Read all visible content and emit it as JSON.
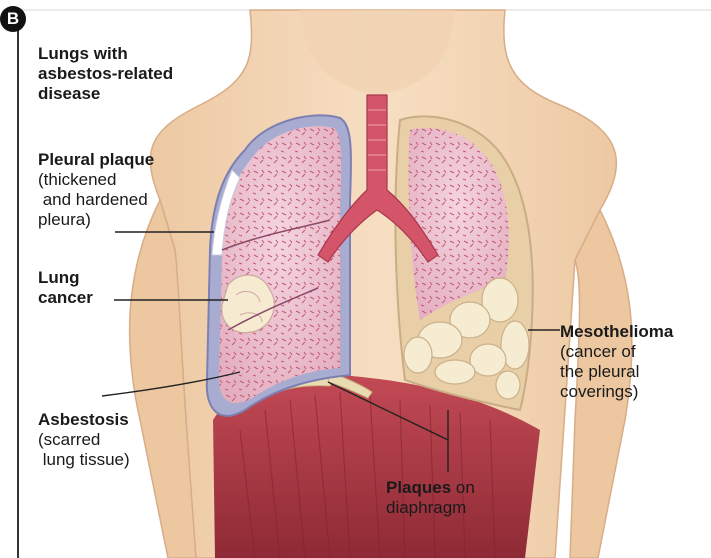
{
  "panel": {
    "letter": "B"
  },
  "title": {
    "lines": [
      "Lungs with",
      "asbestos-related",
      "disease"
    ]
  },
  "labels": {
    "pleural_plaque": {
      "bold": "Pleural plaque",
      "lines": [
        "(thickened",
        " and hardened",
        "pleura)"
      ]
    },
    "lung_cancer": {
      "bold_lines": [
        "Lung",
        "cancer"
      ]
    },
    "asbestosis": {
      "bold": "Asbestosis",
      "lines": [
        "(scarred",
        " lung tissue)"
      ]
    },
    "plaques_diaphragm": {
      "bold": "Plaques",
      "rest": " on",
      "line2": "diaphragm"
    },
    "mesothelioma": {
      "bold": "Mesothelioma",
      "lines": [
        "(cancer of",
        "the pleural",
        "coverings)"
      ]
    }
  },
  "colors": {
    "skin": "#f6d9b8",
    "skin_shade": "#e8c09a",
    "lung_pink": "#ecc3d2",
    "lung_tissue": "#c8576f",
    "pleura_blue": "#9a9ec8",
    "trachea": "#d4556a",
    "diaphragm": "#b23a46",
    "tumor": "#f4e7c8",
    "leader": "#222222"
  }
}
